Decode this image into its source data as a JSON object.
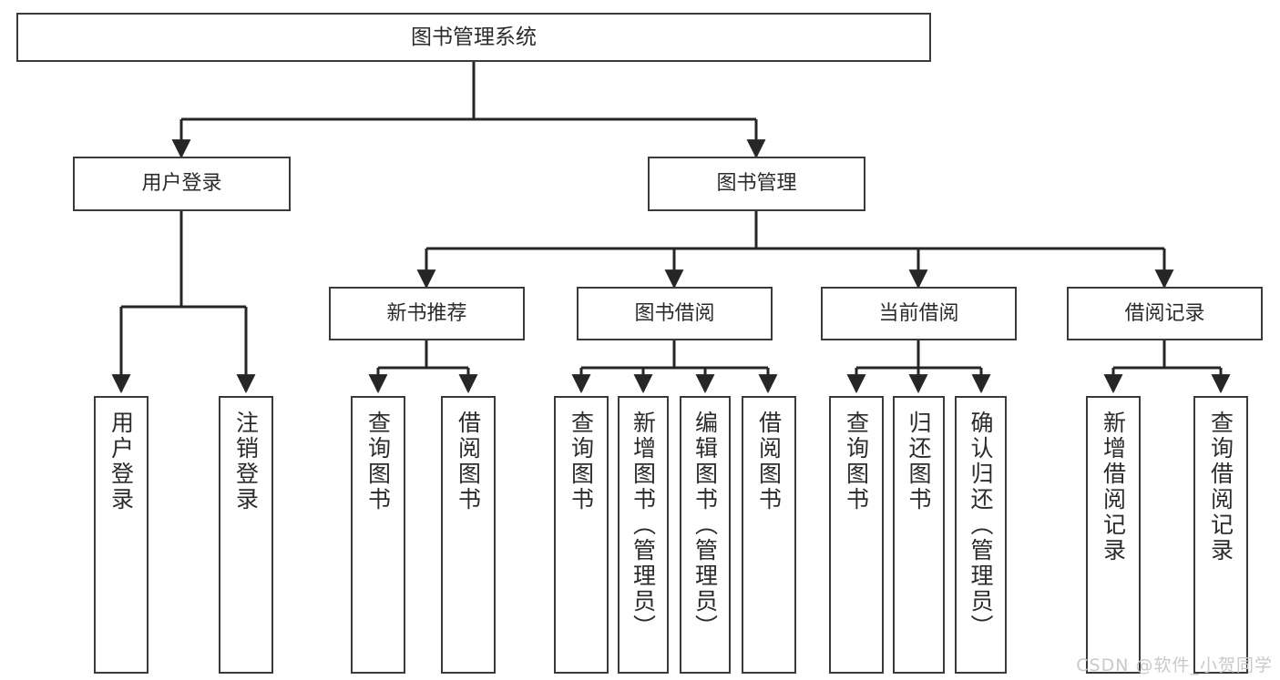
{
  "diagram": {
    "title": "图书管理系统",
    "type": "tree",
    "root": {
      "label": "图书管理系统"
    },
    "level1": [
      {
        "label": "用户登录"
      },
      {
        "label": "图书管理"
      }
    ],
    "level2": [
      {
        "label": "新书推荐"
      },
      {
        "label": "图书借阅"
      },
      {
        "label": "当前借阅"
      },
      {
        "label": "借阅记录"
      }
    ],
    "leaves": {
      "user_login": [
        {
          "label": "用户登录"
        },
        {
          "label": "注销登录"
        }
      ],
      "new_book_recommend": [
        {
          "label": "查询图书"
        },
        {
          "label": "借阅图书"
        }
      ],
      "book_borrow": [
        {
          "label": "查询图书"
        },
        {
          "label": "新增图书（管理员）"
        },
        {
          "label": "编辑图书（管理员）"
        },
        {
          "label": "借阅图书"
        }
      ],
      "current_borrow": [
        {
          "label": "查询图书"
        },
        {
          "label": "归还图书"
        },
        {
          "label": "确认归还（管理员）"
        }
      ],
      "borrow_record": [
        {
          "label": "新增借阅记录"
        },
        {
          "label": "查询借阅记录"
        }
      ]
    }
  },
  "watermark": {
    "text": "CSDN @软件_小贺同学"
  },
  "colors": {
    "border": "#3a3a3a",
    "background": "#ffffff",
    "text": "#2b2b2b",
    "connector": "#262626",
    "watermark": "#c9c9c9"
  }
}
